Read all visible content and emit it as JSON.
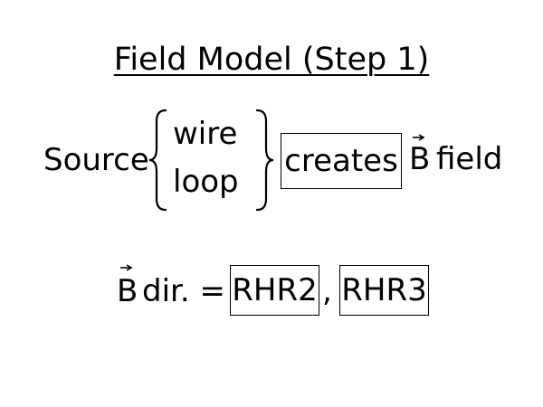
{
  "slide": {
    "title": "Field Model (Step 1)",
    "row1": {
      "source_label": "Source",
      "options": [
        "wire",
        "loop"
      ],
      "creates_label": "creates",
      "vector_symbol": "B",
      "field_label": "field"
    },
    "row2": {
      "vector_symbol": "B",
      "dir_label": "dir. =",
      "rhr2_label": "RHR2",
      "comma": ",",
      "rhr3_label": "RHR3"
    }
  }
}
